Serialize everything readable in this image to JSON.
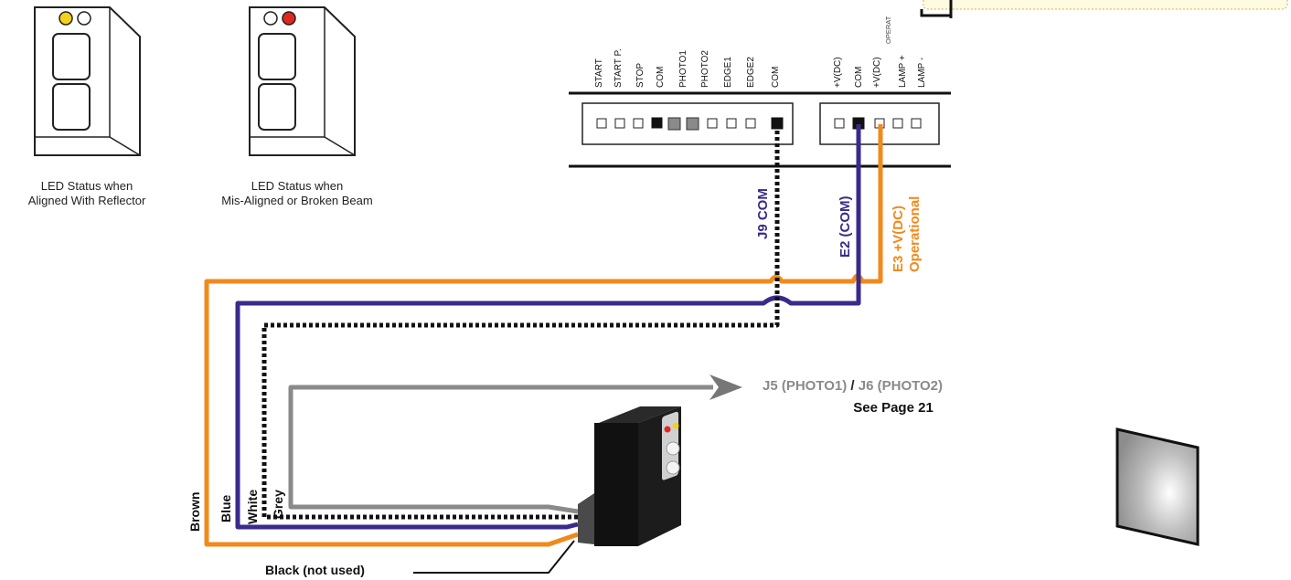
{
  "sensors": {
    "aligned_caption_1": "LED Status when",
    "aligned_caption_2": "Aligned With Reflector",
    "misaligned_caption_1": "LED Status when",
    "misaligned_caption_2": "Mis-Aligned or Broken Beam"
  },
  "terminal_block_left": [
    "START",
    "START P.",
    "STOP",
    "COM",
    "PHOTO1",
    "PHOTO2",
    "EDGE1",
    "EDGE2",
    "COM"
  ],
  "terminal_block_right": [
    "+V(DC)",
    "COM",
    "+V(DC)",
    "OPERAT",
    "LAMP +",
    "LAMP -"
  ],
  "connections": {
    "j9": "J9 COM",
    "e2": "E2 (COM)",
    "e3_line1": "E3 +V(DC)",
    "e3_line2": "Operational"
  },
  "photo_ref": {
    "j5": "J5 (PHOTO1)",
    "slash": "/",
    "j6": "J6 (PHOTO2)",
    "page": "See Page 21"
  },
  "wires": {
    "brown": "Brown",
    "blue": "Blue",
    "white": "White",
    "grey": "Grey",
    "black": "Black (not used)"
  },
  "colors": {
    "orange": "#f08a1c",
    "purple": "#3a2a8c",
    "grey": "#8a8a8a",
    "black": "#111111",
    "yellow_led": "#f2d21a",
    "red_led": "#e0281e",
    "note_box": "#fffbe0"
  }
}
